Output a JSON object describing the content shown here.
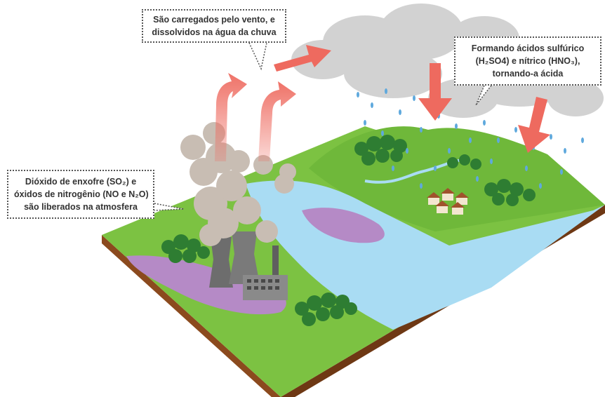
{
  "callouts": {
    "wind": {
      "line1": "São carregados pelo vento, e",
      "line2": "dissolvidos na água da chuva"
    },
    "acid": {
      "line1": "Formando ácidos sulfúrico",
      "line2": "(H₂SO4) e nítrico (HNO₃),",
      "line3": "tornando-a ácida"
    },
    "emission": {
      "line1": "Dióxido de enxofre (SO₂) e",
      "line2": "óxidos de nitrogênio (NO e N₂O)",
      "line3": "são liberados na atmosfera"
    }
  },
  "colors": {
    "grass": "#7cc242",
    "soil": "#8b4a1e",
    "water": "#a9dcf3",
    "polluted_ground": "#b58ac6",
    "smoke": "#c8bdb3",
    "cloud": "#d2d2d2",
    "arrow": "#ee6a5f",
    "rain": "#5fa9dd"
  }
}
